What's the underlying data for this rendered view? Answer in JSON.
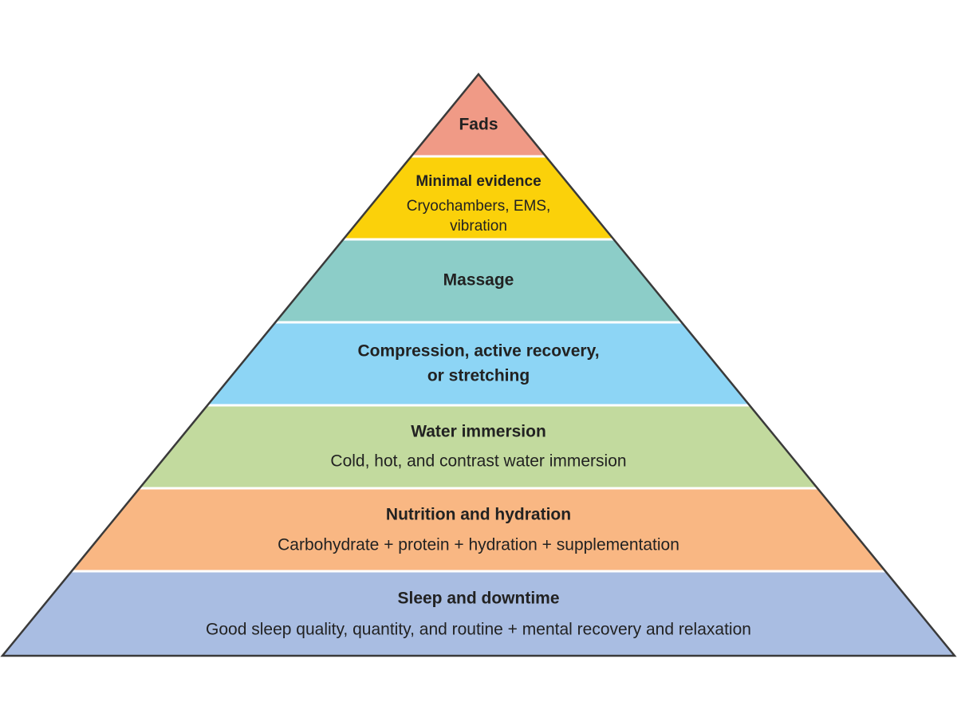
{
  "pyramid": {
    "outline_color": "#3a3a3a",
    "divider_color": "#ffffff",
    "tiers": [
      {
        "title": "Fads",
        "sub_lines": [],
        "color": "#f09a86"
      },
      {
        "title": "Minimal evidence",
        "sub_lines": [
          "Cryochambers, EMS,",
          "vibration"
        ],
        "color": "#fbd10a"
      },
      {
        "title": "Massage",
        "sub_lines": [],
        "color": "#8ccdc8"
      },
      {
        "title_lines": [
          "Compression, active recovery,",
          "or stretching"
        ],
        "sub_lines": [],
        "color": "#8dd5f5"
      },
      {
        "title": "Water immersion",
        "sub_lines": [
          "Cold, hot, and contrast water immersion"
        ],
        "color": "#c2da9e"
      },
      {
        "title": "Nutrition and hydration",
        "sub_lines": [
          "Carbohydrate + protein + hydration + supplementation"
        ],
        "color": "#f9b783"
      },
      {
        "title": "Sleep and downtime",
        "sub_lines": [
          "Good sleep quality, quantity, and routine + mental recovery and relaxation"
        ],
        "color": "#a9bde2"
      }
    ]
  }
}
